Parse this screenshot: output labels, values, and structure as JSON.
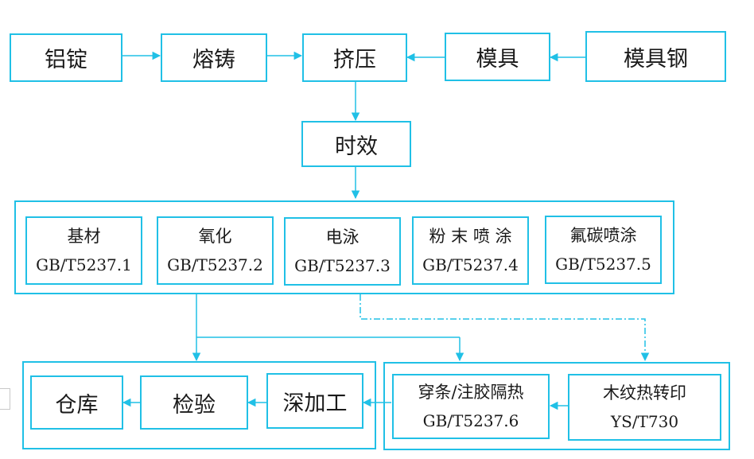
{
  "flow": {
    "aluminum_ingot": "铝锭",
    "casting": "熔铸",
    "extrusion": "挤压",
    "die": "模具",
    "die_steel": "模具钢",
    "aging": "时效"
  },
  "surface_treatments": [
    {
      "name": "基材",
      "standard": "GB/T5237.1"
    },
    {
      "name": "氧化",
      "standard": "GB/T5237.2"
    },
    {
      "name": "电泳",
      "standard": "GB/T5237.3"
    },
    {
      "name": "粉 末 喷 涂",
      "standard": "GB/T5237.4"
    },
    {
      "name": "氟碳喷涂",
      "standard": "GB/T5237.5"
    }
  ],
  "post_processing": {
    "thermal_break": {
      "name": "穿条/注胶隔热",
      "standard": "GB/T5237.6"
    },
    "wood_grain": {
      "name": "木纹热转印",
      "standard": "YS/T730"
    }
  },
  "finishing": {
    "warehouse": "仓库",
    "inspection": "检验",
    "deep_processing": "深加工"
  },
  "colors": {
    "line": "#20c0e6",
    "text": "#1a1a1a",
    "background": "#ffffff"
  }
}
